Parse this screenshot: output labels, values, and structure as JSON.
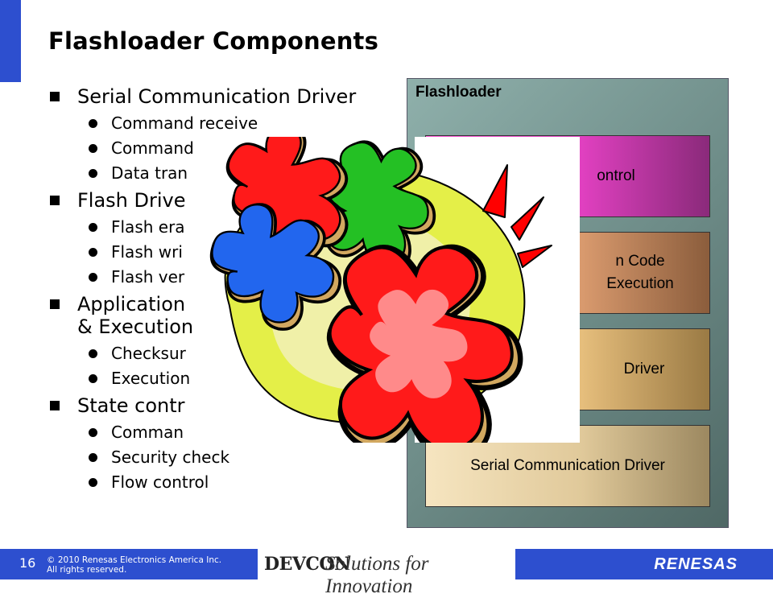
{
  "slide": {
    "title": "Flashloader Components"
  },
  "bullets": [
    {
      "label": "Serial Communication Driver",
      "items": [
        "Command receive",
        "Command",
        "Data tran"
      ]
    },
    {
      "label": "Flash Drive",
      "items": [
        "Flash era",
        "Flash wri",
        "Flash ver"
      ]
    },
    {
      "label": "Application",
      "label2": "& Execution",
      "items": [
        "Checksur",
        "Execution"
      ]
    },
    {
      "label": "State contr",
      "items": [
        "Comman",
        "Security check",
        "Flow control"
      ]
    }
  ],
  "diagram": {
    "title": "Flashloader",
    "layers": {
      "state": "ontrol",
      "app1": "n Code",
      "app2": "Execution",
      "flash": "Driver",
      "sci": "Serial Communication Driver"
    }
  },
  "footer": {
    "page_number": "16",
    "copyright1": "© 2010 Renesas Electronics America Inc.",
    "copyright2": "All rights reserved.",
    "devcon": "DEVCON",
    "tagline": "Solutions for Innovation",
    "brand": "RENESAS"
  },
  "colors": {
    "accent": "#2d4fcf",
    "layer_state": "#e040c0",
    "layer_app": "#d99a6e",
    "layer_flash": "#e6be7c",
    "layer_sci": "#e0c99a"
  },
  "icons": [
    "puzzle-pieces-clipart"
  ]
}
